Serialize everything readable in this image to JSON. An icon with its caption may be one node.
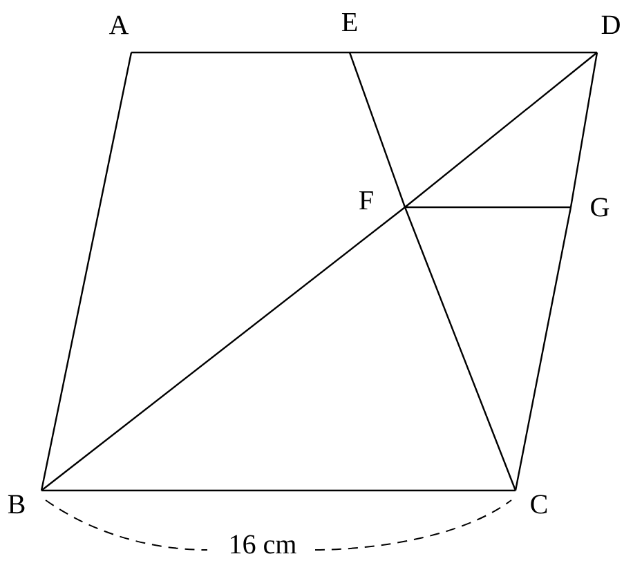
{
  "diagram": {
    "nodes": [
      {
        "text": [
          "A"
        ]
      },
      {
        "text": [
          "E"
        ]
      },
      {
        "text": [
          "D"
        ]
      },
      {
        "text": [
          "F"
        ]
      },
      {
        "text": [
          "G"
        ]
      },
      {
        "text": [
          "B"
        ]
      },
      {
        "text": [
          "C"
        ]
      }
    ],
    "edges": [
      {
        "from": 0,
        "to": 1,
        "arrow": "none"
      },
      {
        "from": 1,
        "to": 2,
        "arrow": "none"
      },
      {
        "from": 0,
        "to": 5,
        "arrow": "none"
      },
      {
        "from": 5,
        "to": 6,
        "arrow": "none"
      },
      {
        "from": 6,
        "to": 4,
        "arrow": "none"
      },
      {
        "from": 4,
        "to": 2,
        "arrow": "none"
      },
      {
        "from": 5,
        "to": 3,
        "arrow": "none"
      },
      {
        "from": 3,
        "to": 2,
        "arrow": "none"
      },
      {
        "from": 1,
        "to": 3,
        "arrow": "none"
      },
      {
        "from": 3,
        "to": 6,
        "arrow": "none"
      },
      {
        "from": 3,
        "to": 4,
        "arrow": "none"
      }
    ],
    "labels": [
      "16 cm"
    ]
  }
}
